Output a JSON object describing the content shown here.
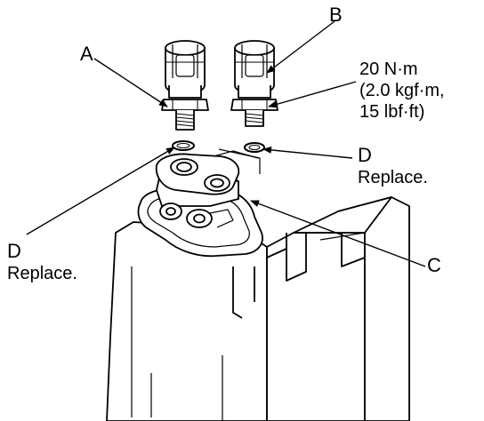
{
  "labels": {
    "a": "A",
    "b": "B",
    "c": "C",
    "d_right": "D",
    "d_right_note": "Replace.",
    "d_left": "D",
    "d_left_note": "Replace.",
    "torque_line1": "20 N·m",
    "torque_line2": "(2.0 kgf·m,",
    "torque_line3": "15 lbf·ft)"
  },
  "colors": {
    "ink": "#000000",
    "paper": "#ffffff"
  }
}
